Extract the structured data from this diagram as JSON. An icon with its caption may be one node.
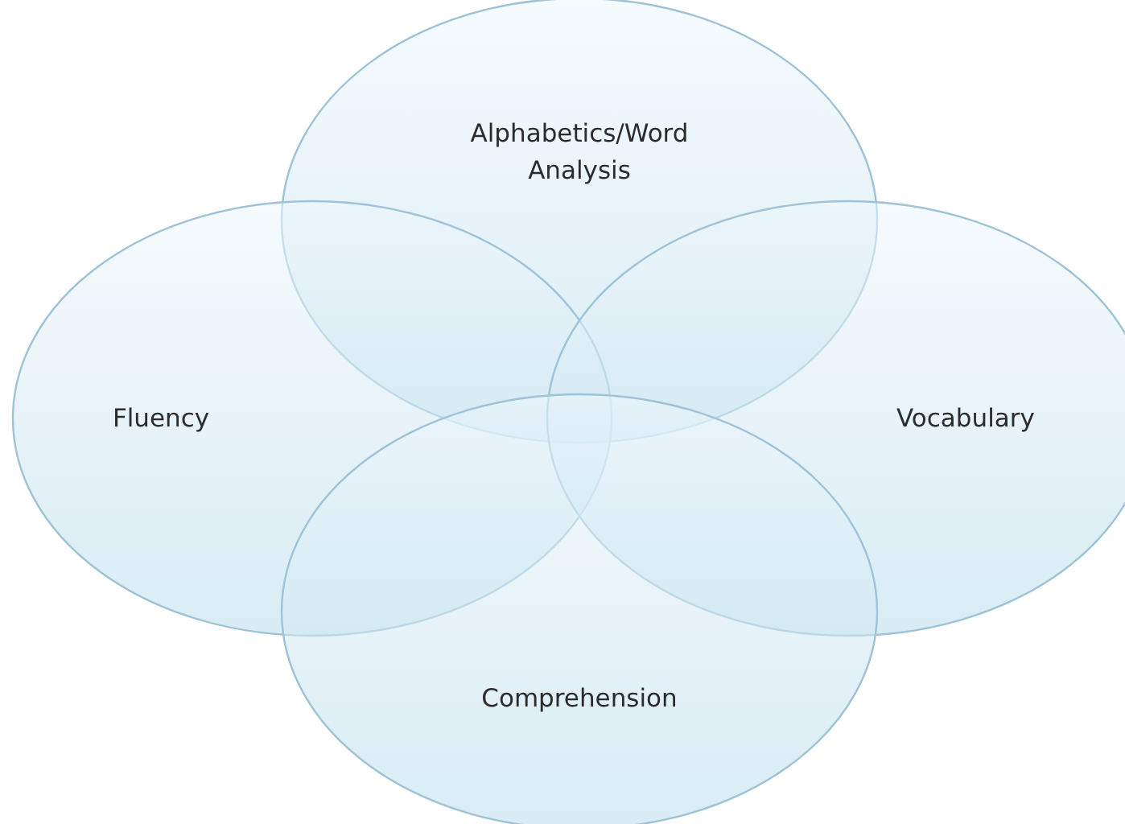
{
  "diagram": {
    "nodes": [
      {
        "text": [
          "Alphabetics/Word Analysis"
        ]
      },
      {
        "text": [
          "Fluency"
        ]
      },
      {
        "text": [
          "Vocabulary"
        ]
      },
      {
        "text": [
          "Comprehension"
        ]
      }
    ]
  }
}
